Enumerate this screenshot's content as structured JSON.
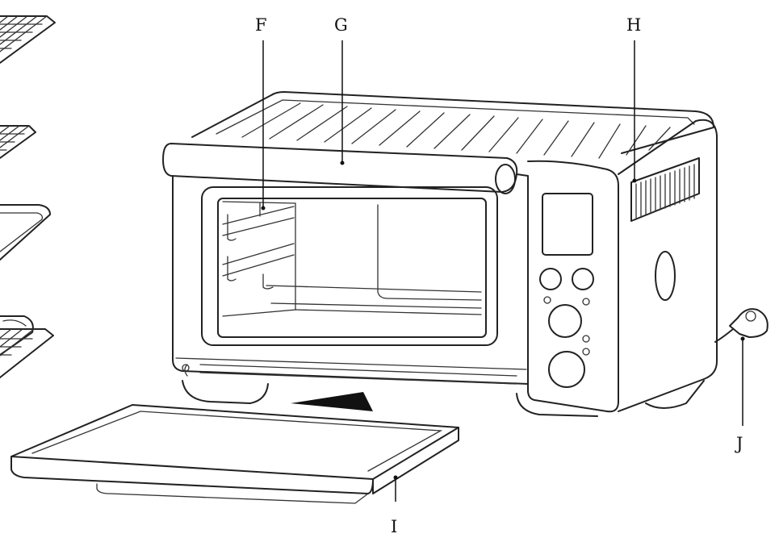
{
  "colors": {
    "line": "#222222",
    "background": "#ffffff",
    "arrow": "#111111"
  },
  "labels": [
    {
      "id": "F",
      "text": "F"
    },
    {
      "id": "G",
      "text": "G"
    },
    {
      "id": "H",
      "text": "H"
    },
    {
      "id": "I",
      "text": "I"
    },
    {
      "id": "J",
      "text": "J"
    }
  ]
}
